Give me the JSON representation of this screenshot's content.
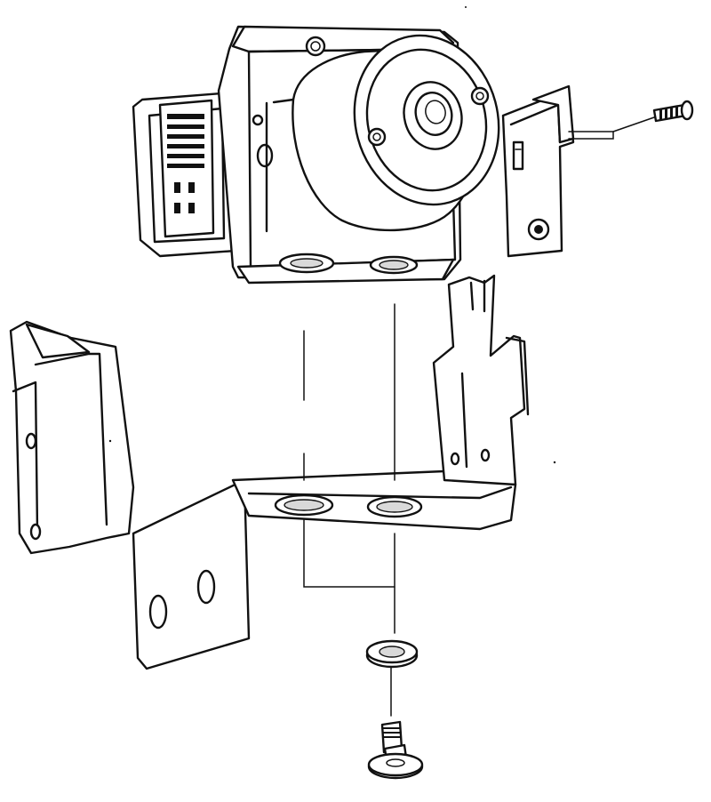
{
  "diagram": {
    "kind": "exploded-assembly-line-drawing",
    "colors": {
      "ink": "#111111",
      "paper": "#ffffff"
    },
    "components": [
      {
        "id": "control-module",
        "icon": "hydraulic-unit-icon"
      },
      {
        "id": "electrical-connector",
        "icon": "connector-icon"
      },
      {
        "id": "side-bracket",
        "icon": "bracket-icon"
      },
      {
        "id": "side-bolt",
        "icon": "bolt-icon"
      },
      {
        "id": "mounting-bracket",
        "icon": "bracket-icon"
      },
      {
        "id": "rubber-grommet",
        "icon": "washer-icon"
      },
      {
        "id": "mounting-bolt",
        "icon": "bolt-icon"
      }
    ],
    "leader_lines": 5
  }
}
